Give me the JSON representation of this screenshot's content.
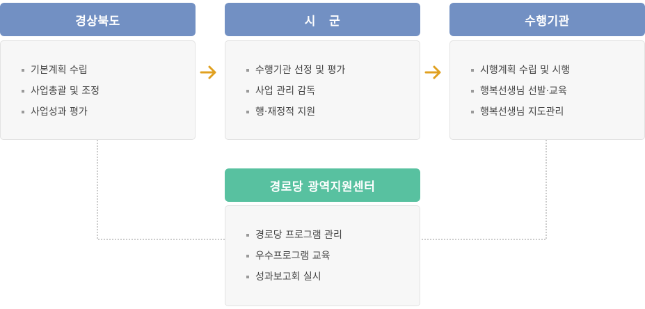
{
  "colors": {
    "header_blue": "#7290c3",
    "header_green": "#58c1a0",
    "arrow": "#e0a020"
  },
  "province": {
    "title": "경상북도",
    "items": [
      "기본계획 수립",
      "사업총괄 및 조정",
      "사업성과 평가"
    ]
  },
  "city": {
    "title": "시   군",
    "items": [
      "수행기관 선정 및 평가",
      "사업 관리 감독",
      "행·재정적 지원"
    ]
  },
  "agency": {
    "title": "수행기관",
    "items": [
      "시행계획 수립 및 시행",
      "행복선생님 선발·교육",
      "행복선생님 지도관리"
    ]
  },
  "center": {
    "title": "경로당 광역지원센터",
    "items": [
      "경로당 프로그램 관리",
      "우수프로그램 교육",
      "성과보고회 실시"
    ]
  }
}
